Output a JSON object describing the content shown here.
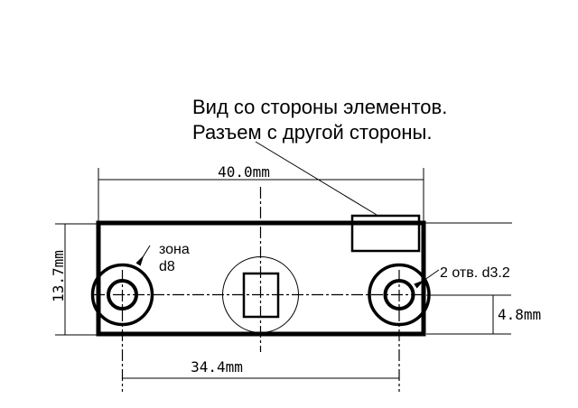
{
  "title": {
    "line1": "Вид со стороны элементов.",
    "line2": "Разъем с другой стороны."
  },
  "dimensions": {
    "board_width": "40.0mm",
    "board_height": "13.7mm",
    "hole_spacing": "34.4mm",
    "hole_bottom_offset": "4.8mm"
  },
  "labels": {
    "zone_line1": "зона",
    "zone_line2": "d8",
    "holes_note": "2 отв. d3.2"
  },
  "colors": {
    "ink": "#000000",
    "background": "#ffffff"
  }
}
